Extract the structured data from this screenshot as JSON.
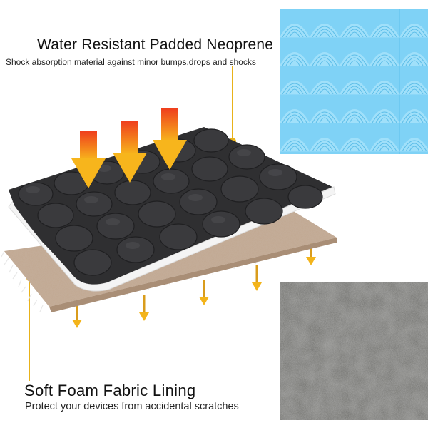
{
  "features": {
    "top": {
      "title": "Water Resistant Padded Neoprene",
      "subtitle": "Shock absorption material against minor bumps,drops and shocks"
    },
    "bottom": {
      "title": "Soft Foam Fabric Lining",
      "subtitle": "Protect your devices from accidental scratches"
    }
  },
  "colors": {
    "leader_line": "#e8b21a",
    "neoprene_sample": "#7dd3f7",
    "foam_sample": "#747471",
    "neoprene_layer": "#2f2f31",
    "foam_layer": "#c2a78f",
    "impact_arrow_top": "#ef3f1d",
    "impact_arrow_bottom": "#f7b51c"
  },
  "icons": [
    "impact-arrow-icon",
    "support-arrow-icon"
  ]
}
